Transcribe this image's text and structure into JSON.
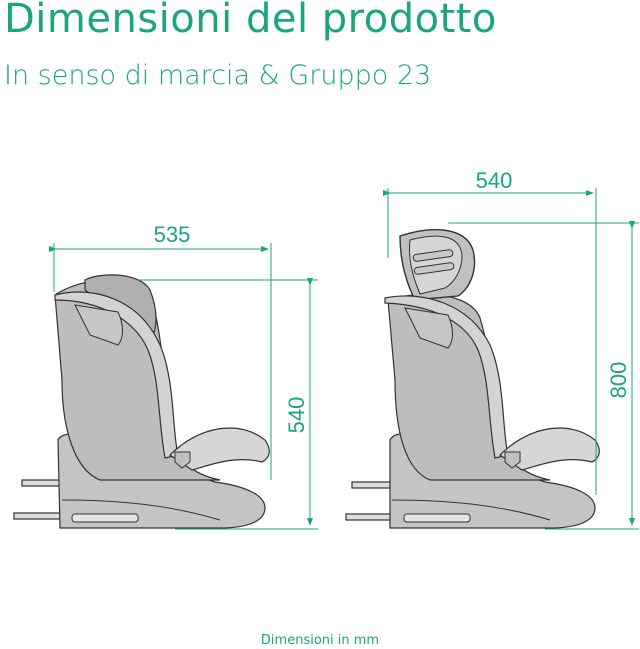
{
  "header": {
    "title": "Dimensioni del prodotto",
    "subtitle": "In senso di marcia & Gruppo 23"
  },
  "colors": {
    "accent": "#1aa57e",
    "seat_fill": "#c8c8c8",
    "seat_light": "#d9d9d9",
    "outline": "#333333"
  },
  "figures": [
    {
      "name": "seat-without-headrest-extension",
      "width_label": "535",
      "height_label": "540"
    },
    {
      "name": "seat-with-headrest-extended",
      "width_label": "540",
      "height_label": "800"
    }
  ],
  "footer": {
    "units_note": "Dimensioni in mm"
  }
}
